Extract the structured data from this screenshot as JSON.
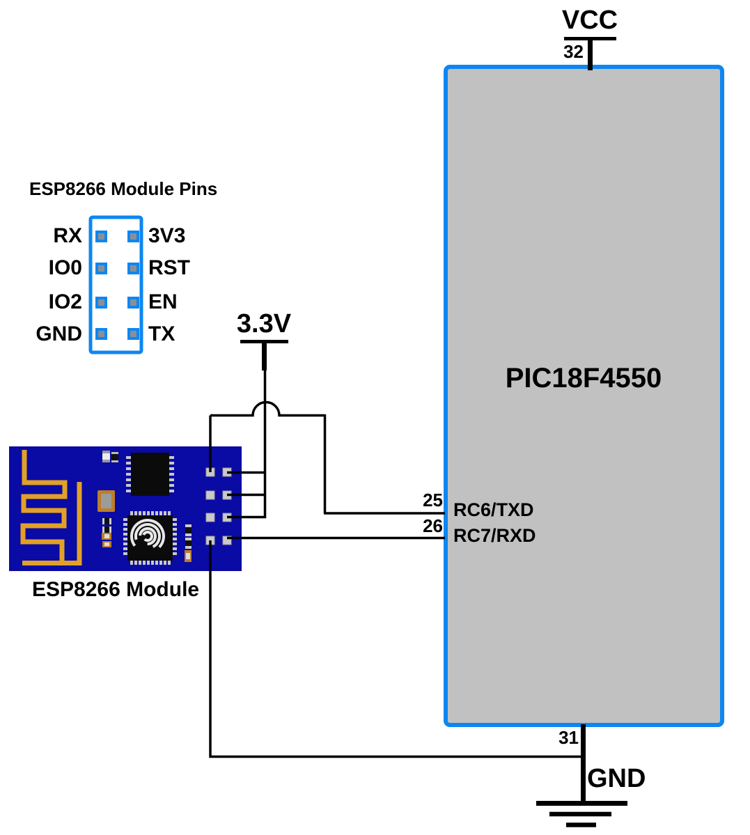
{
  "diagram": {
    "vcc": {
      "label": "VCC",
      "pin": "32"
    },
    "v33": {
      "label": "3.3V"
    },
    "ground": {
      "label": "GND",
      "pin": "31"
    },
    "mcu": {
      "name": "PIC18F4550",
      "pins": [
        {
          "number": "25",
          "label": "RC6/TXD"
        },
        {
          "number": "26",
          "label": "RC7/RXD"
        }
      ]
    },
    "esp_pinout": {
      "title": "ESP8266 Module Pins",
      "left_pins": [
        "RX",
        "IO0",
        "IO2",
        "GND"
      ],
      "right_pins": [
        "3V3",
        "RST",
        "EN",
        "TX"
      ]
    },
    "esp_module": {
      "caption": "ESP8266 Module"
    }
  },
  "colors": {
    "accent_blue": "#0d86f2",
    "mcu_fill": "#c1c1c1",
    "pcb_blue": "#0a0aa5",
    "antenna_gold": "#e2a126",
    "pad_gray": "#c9c9c9",
    "wire_black": "#000000"
  }
}
